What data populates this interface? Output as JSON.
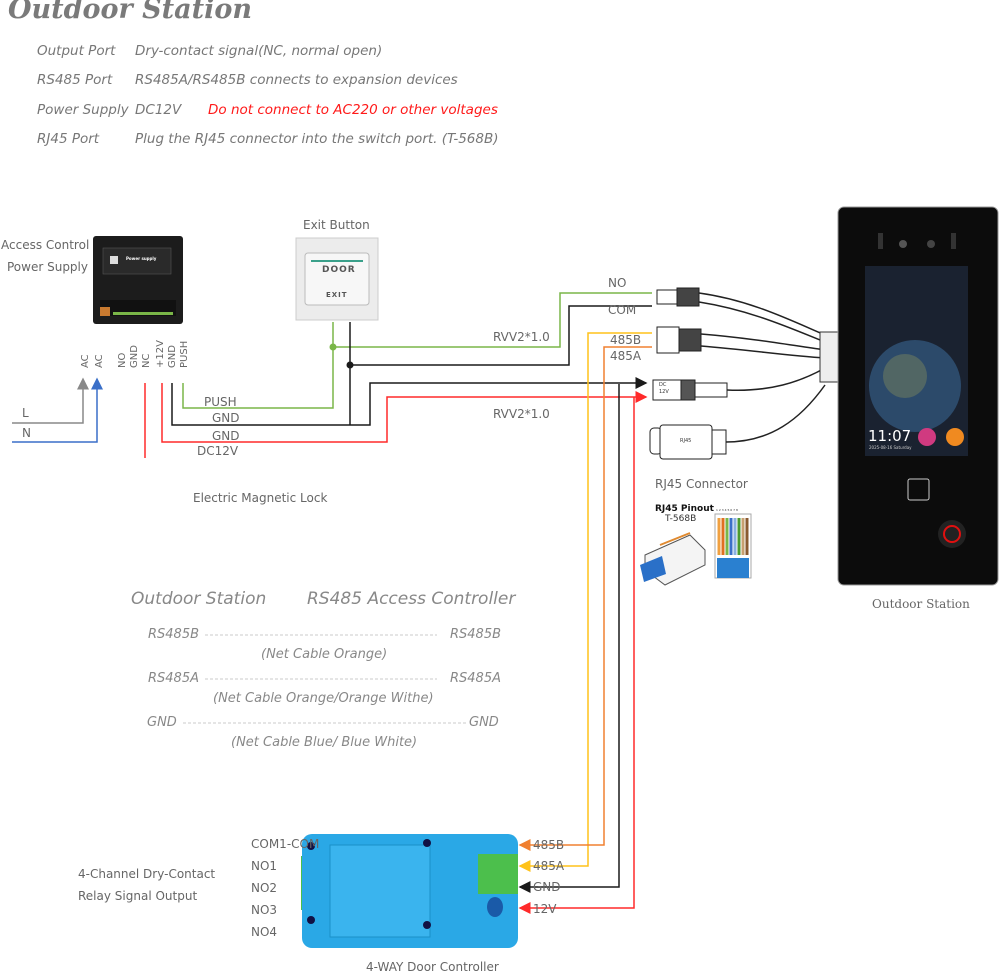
{
  "title": "Outdoor Station",
  "specs": [
    {
      "label": "Output Port",
      "value": "Dry-contact signal(NC, normal open)",
      "warning": ""
    },
    {
      "label": "RS485 Port",
      "value": "RS485A/RS485B connects to expansion devices",
      "warning": ""
    },
    {
      "label": "Power Supply",
      "value": "DC12V",
      "warning": "Do not connect to AC220 or other voltages"
    },
    {
      "label": "RJ45 Port",
      "value": "Plug the RJ45 connector into the switch port. (T-568B)",
      "warning": ""
    }
  ],
  "power_supply": {
    "label_line1": "Access Control",
    "label_line2": "Power Supply",
    "device_text": "Power supply",
    "terminals": [
      "AC",
      "AC",
      "NO",
      "GND",
      "NC",
      "+12V",
      "GND",
      "PUSH"
    ],
    "mains": [
      "L",
      "N"
    ]
  },
  "exit_button": {
    "label": "Exit Button",
    "top": "DOOR",
    "bottom": "EXIT"
  },
  "wires": {
    "push": "PUSH",
    "gnd1": "GND",
    "gnd2": "GND",
    "dc12v": "DC12V",
    "cable1": "RVV2*1.0",
    "cable2": "RVV2*1.0",
    "no": "NO",
    "com": "COM",
    "b485": "485B",
    "a485": "485A"
  },
  "lock_label": "Electric Magnetic Lock",
  "connectors": {
    "dc": "DC",
    "dc_v": "12V",
    "rj45": "RJ45",
    "rj45_label": "RJ45 Connector",
    "pinout_title": "RJ45 Pinout",
    "pinout_std": "T-568B",
    "pin_numbers": "1 2 3 4 5 6 7 8"
  },
  "station": {
    "label": "Outdoor Station",
    "time": "11:07",
    "date": "2025-08-16 Saturday"
  },
  "rs485_table": {
    "left_header": "Outdoor Station",
    "right_header": "RS485 Access Controller",
    "rows": [
      {
        "left": "RS485B",
        "right": "RS485B",
        "note": "(Net Cable Orange)"
      },
      {
        "left": "RS485A",
        "right": "RS485A",
        "note": "(Net Cable Orange/Orange Withe)"
      },
      {
        "left": "GND",
        "right": "GND",
        "note": "(Net Cable Blue/ Blue White)"
      }
    ]
  },
  "controller": {
    "label": "4-WAY Door Controller",
    "output_label_line1": "4-Channel Dry-Contact",
    "output_label_line2": "Relay Signal Output",
    "outputs": [
      "COM1-COM",
      "NO1",
      "NO2",
      "NO3",
      "NO4"
    ],
    "inputs": [
      "485B",
      "485A",
      "GND",
      "12V"
    ]
  },
  "colors": {
    "green": "#7ab648",
    "black": "#1a1a1a",
    "red": "#ff2a2a",
    "yellow": "#ffc21a",
    "orange": "#f08030",
    "blue": "#3a6fc8",
    "gray": "#888888",
    "device_blue": "#2aa8e6"
  }
}
